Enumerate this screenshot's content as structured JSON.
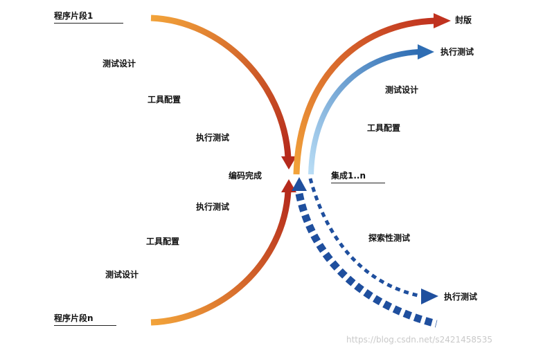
{
  "colors": {
    "top_left_start": "#f2a33a",
    "top_left_end": "#b52a1c",
    "bottom_left_start": "#f2a33a",
    "bottom_left_end": "#b52a1c",
    "right_orange_start": "#f2a33a",
    "right_orange_end": "#c0321f",
    "blue_light": "#a9d4f2",
    "blue_dark": "#2e6db3",
    "dotted_blue": "#1f4f9e"
  },
  "labels": {
    "segment_1": "程序片段1",
    "segment_n": "程序片段n",
    "top_test_design": "测试设计",
    "top_tool_config": "工具配置",
    "top_exec_test": "执行测试",
    "code_complete": "编码完成",
    "bottom_exec_test": "执行测试",
    "bottom_tool_config": "工具配置",
    "bottom_test_design": "测试设计",
    "release": "封版",
    "right_exec_test": "执行测试",
    "right_test_design": "测试设计",
    "right_tool_config": "工具配置",
    "integration": "集成1..n",
    "exploratory_test": "探索性测试",
    "dotted_exec_test": "执行测试"
  },
  "watermark": "https://blog.csdn.net/s2421458535"
}
